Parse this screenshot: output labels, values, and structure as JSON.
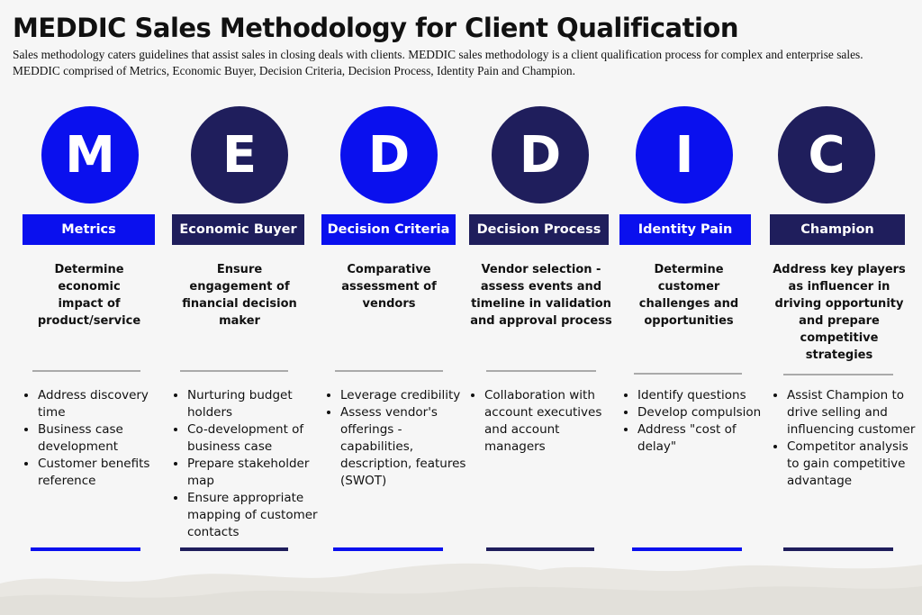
{
  "header": {
    "title": "MEDDIC Sales Methodology for Client Qualification",
    "subtitle": "Sales methodology caters guidelines that assist sales in closing deals with clients. MEDDIC sales methodology is a client qualification process for complex and enterprise sales. MEDDIC comprised of Metrics, Economic Buyer, Decision Criteria, Decision Process, Identity Pain and Champion."
  },
  "colors": {
    "blue": "#0a10ee",
    "navy": "#1f1e5c",
    "divider": "#aaaaaa"
  },
  "columns": [
    {
      "letter": "M",
      "label": "Metrics",
      "color": "blue",
      "description": "Determine economic impact of product/service",
      "bullets": [
        "Address discovery time",
        "Business case development",
        "Customer benefits reference"
      ]
    },
    {
      "letter": "E",
      "label": "Economic Buyer",
      "color": "navy",
      "description": "Ensure engagement of financial decision maker",
      "bullets": [
        "Nurturing budget holders",
        "Co-development of business case",
        "Prepare stakeholder map",
        "Ensure appropriate mapping of customer contacts"
      ]
    },
    {
      "letter": "D",
      "label": "Decision Criteria",
      "color": "blue",
      "description": "Comparative assessment of vendors",
      "bullets": [
        "Leverage credibility",
        "Assess vendor's offerings - capabilities, description, features (SWOT)"
      ]
    },
    {
      "letter": "D",
      "label": "Decision Process",
      "color": "navy",
      "description": "Vendor selection - assess events and timeline in validation and approval process",
      "bullets": [
        "Collaboration with account executives and account managers"
      ]
    },
    {
      "letter": "I",
      "label": "Identity Pain",
      "color": "blue",
      "description": "Determine customer challenges and opportunities",
      "bullets": [
        "Identify questions",
        "Develop compulsion",
        "Address \"cost of delay\""
      ]
    },
    {
      "letter": "C",
      "label": "Champion",
      "color": "navy",
      "description": "Address key players as influencer in driving opportunity and prepare competitive strategies",
      "bullets": [
        "Assist Champion to drive selling and influencing customer",
        "Competitor analysis to gain competitive advantage"
      ]
    }
  ]
}
